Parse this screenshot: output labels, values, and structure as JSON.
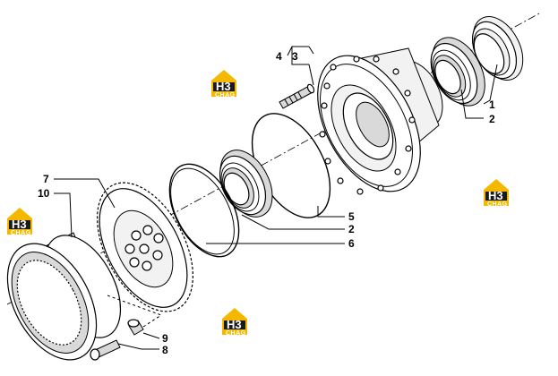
{
  "callouts": {
    "c1": "1",
    "c2a": "2",
    "c2b": "2",
    "c3": "3",
    "c4": "4",
    "c5": "5",
    "c6": "6",
    "c7": "7",
    "c8": "8",
    "c9": "9",
    "c10": "10"
  },
  "watermark": {
    "letters": "H3",
    "subtitle": "CHAG",
    "icon": "hexagon-logo-icon",
    "colors": {
      "primary": "#f5b800",
      "dark": "#1a1a1a",
      "text": "#ffffff"
    }
  }
}
